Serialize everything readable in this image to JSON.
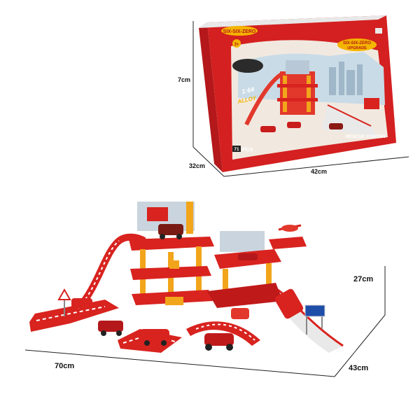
{
  "box": {
    "dimensions": {
      "height": "7cm",
      "depth": "32cm",
      "width": "42cm"
    },
    "brand": "SIX-SIX-ZERO",
    "upgrade": "UPGRADE",
    "age": "3+",
    "scale": "1:64",
    "material": "ALLOY",
    "pieces_num": "71",
    "pieces_label": "PCS",
    "product_name": "RESCUE STATION",
    "colors": {
      "primary": "#d42020",
      "accent": "#f4b400"
    }
  },
  "playset": {
    "dimensions": {
      "height": "27cm",
      "width": "70cm",
      "depth": "43cm"
    },
    "colors": {
      "primary": "#d8231f",
      "pillar": "#f2a51b",
      "stripe": "#ffffff"
    }
  }
}
